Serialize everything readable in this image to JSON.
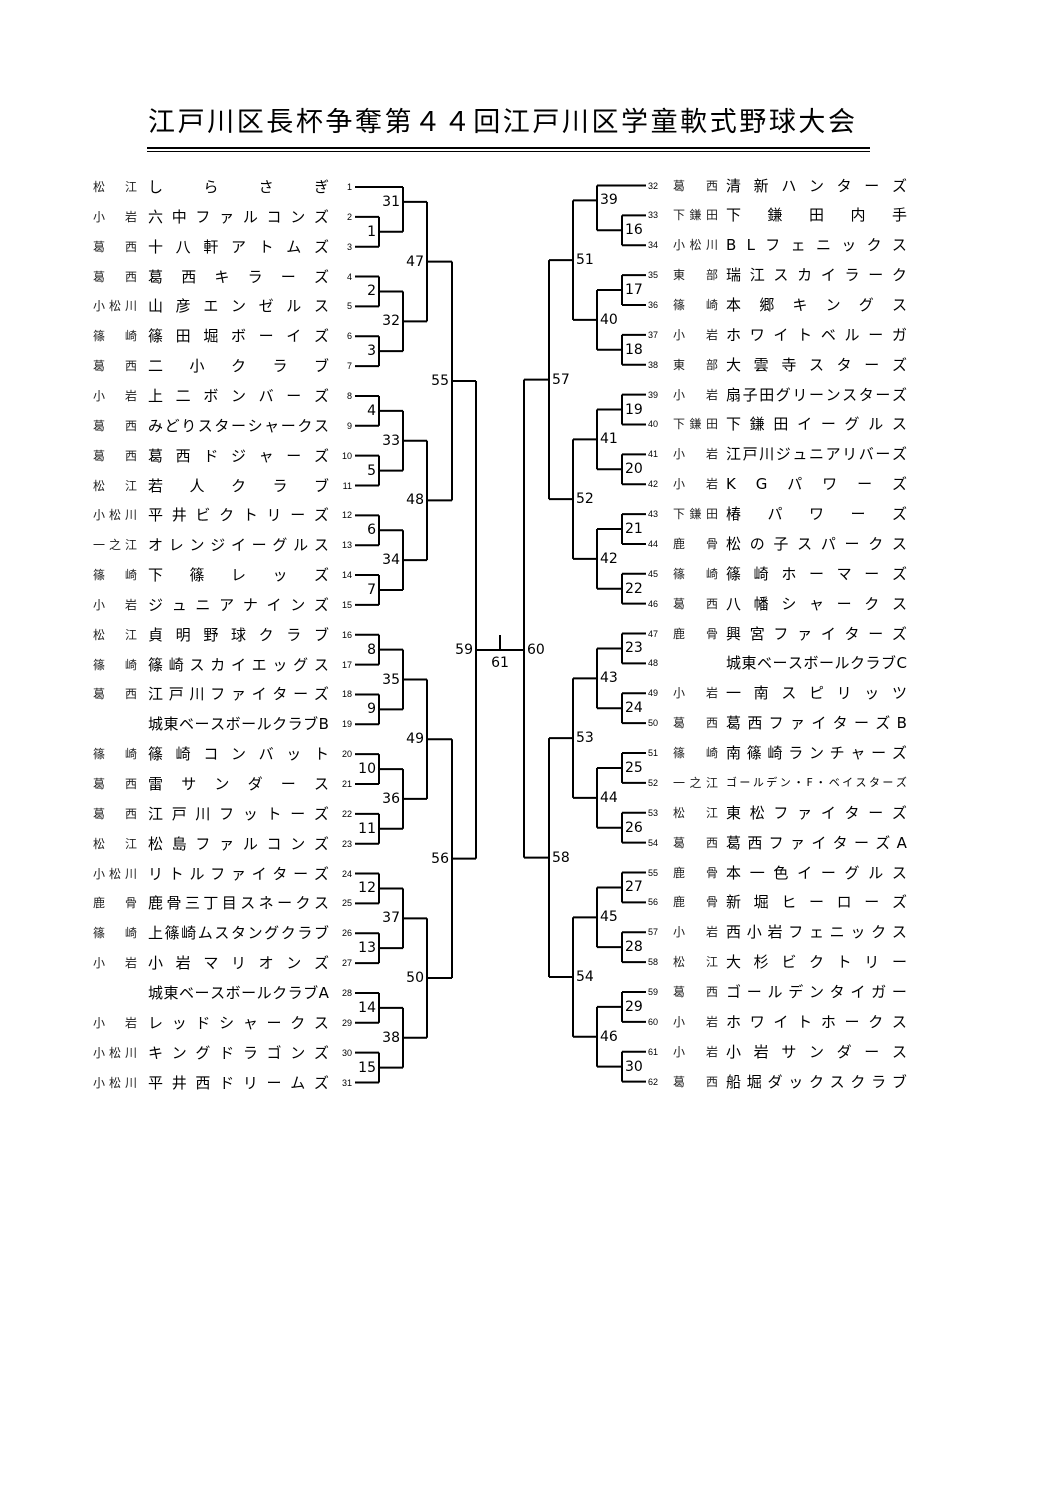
{
  "title": "江戸川区長杯争奪第４４回江戸川区学童軟式野球大会",
  "left": {
    "teams": [
      {
        "seed": 1,
        "region": "松江",
        "name": "しらさぎ"
      },
      {
        "seed": 2,
        "region": "小岩",
        "name": "六中ファルコンズ"
      },
      {
        "seed": 3,
        "region": "葛西",
        "name": "十八軒アトムズ"
      },
      {
        "seed": 4,
        "region": "葛西",
        "name": "葛西キラーズ"
      },
      {
        "seed": 5,
        "region": "小松川",
        "name": "山彦エンゼルス"
      },
      {
        "seed": 6,
        "region": "篠崎",
        "name": "篠田堀ボーイズ"
      },
      {
        "seed": 7,
        "region": "葛西",
        "name": "二小クラブ"
      },
      {
        "seed": 8,
        "region": "小岩",
        "name": "上二ボンバーズ"
      },
      {
        "seed": 9,
        "region": "葛西",
        "name": "みどりスターシャークス"
      },
      {
        "seed": 10,
        "region": "葛西",
        "name": "葛西ドジャーズ"
      },
      {
        "seed": 11,
        "region": "松江",
        "name": "若人クラブ"
      },
      {
        "seed": 12,
        "region": "小松川",
        "name": "平井ビクトリーズ"
      },
      {
        "seed": 13,
        "region": "一之江",
        "name": "オレンジイーグルス"
      },
      {
        "seed": 14,
        "region": "篠崎",
        "name": "下篠レッズ"
      },
      {
        "seed": 15,
        "region": "小岩",
        "name": "ジュニアナインズ"
      },
      {
        "seed": 16,
        "region": "松江",
        "name": "貞明野球クラブ"
      },
      {
        "seed": 17,
        "region": "篠崎",
        "name": "篠崎スカイエッグス"
      },
      {
        "seed": 18,
        "region": "葛西",
        "name": "江戸川ファイターズ"
      },
      {
        "seed": 19,
        "region": "",
        "name": "城東ベースボールクラブB"
      },
      {
        "seed": 20,
        "region": "篠崎",
        "name": "篠崎コンバット"
      },
      {
        "seed": 21,
        "region": "葛西",
        "name": "雷サンダース"
      },
      {
        "seed": 22,
        "region": "葛西",
        "name": "江戸川フットーズ"
      },
      {
        "seed": 23,
        "region": "松江",
        "name": "松島ファルコンズ"
      },
      {
        "seed": 24,
        "region": "小松川",
        "name": "リトルファイターズ"
      },
      {
        "seed": 25,
        "region": "鹿骨",
        "name": "鹿骨三丁目スネークス"
      },
      {
        "seed": 26,
        "region": "篠崎",
        "name": "上篠崎ムスタングクラブ"
      },
      {
        "seed": 27,
        "region": "小岩",
        "name": "小岩マリオンズ"
      },
      {
        "seed": 28,
        "region": "",
        "name": "城東ベースボールクラブA"
      },
      {
        "seed": 29,
        "region": "小岩",
        "name": "レッドシャークス"
      },
      {
        "seed": 30,
        "region": "小松川",
        "name": "キングドラゴンズ"
      },
      {
        "seed": 31,
        "region": "小松川",
        "name": "平井西ドリームズ"
      }
    ]
  },
  "right": {
    "teams": [
      {
        "seed": 32,
        "region": "葛西",
        "name": "清新ハンターズ"
      },
      {
        "seed": 33,
        "region": "下鎌田",
        "name": "下鎌田内手"
      },
      {
        "seed": 34,
        "region": "小松川",
        "name": "BLフェニックス"
      },
      {
        "seed": 35,
        "region": "東部",
        "name": "瑞江スカイラーク"
      },
      {
        "seed": 36,
        "region": "篠崎",
        "name": "本郷キングス"
      },
      {
        "seed": 37,
        "region": "小岩",
        "name": "ホワイトベルーガ"
      },
      {
        "seed": 38,
        "region": "東部",
        "name": "大雲寺スターズ"
      },
      {
        "seed": 39,
        "region": "小岩",
        "name": "扇子田グリーンスターズ"
      },
      {
        "seed": 40,
        "region": "下鎌田",
        "name": "下鎌田イーグルス"
      },
      {
        "seed": 41,
        "region": "小岩",
        "name": "江戸川ジュニアリバーズ"
      },
      {
        "seed": 42,
        "region": "小岩",
        "name": "KGパワーズ"
      },
      {
        "seed": 43,
        "region": "下鎌田",
        "name": "椿パワーズ"
      },
      {
        "seed": 44,
        "region": "鹿骨",
        "name": "松の子スパークス"
      },
      {
        "seed": 45,
        "region": "篠崎",
        "name": "篠崎ホーマーズ"
      },
      {
        "seed": 46,
        "region": "葛西",
        "name": "八幡シャークス"
      },
      {
        "seed": 47,
        "region": "鹿骨",
        "name": "興宮ファイターズ"
      },
      {
        "seed": 48,
        "region": "",
        "name": "城東ベースボールクラブC"
      },
      {
        "seed": 49,
        "region": "小岩",
        "name": "一南スピリッツ"
      },
      {
        "seed": 50,
        "region": "葛西",
        "name": "葛西ファイターズB"
      },
      {
        "seed": 51,
        "region": "篠崎",
        "name": "南篠崎ランチャーズ"
      },
      {
        "seed": 52,
        "region": "一之江",
        "name": "ゴールデン・F・ベイスターズ"
      },
      {
        "seed": 53,
        "region": "松江",
        "name": "東松ファイターズ"
      },
      {
        "seed": 54,
        "region": "葛西",
        "name": "葛西ファイターズA"
      },
      {
        "seed": 55,
        "region": "鹿骨",
        "name": "本一色イーグルス"
      },
      {
        "seed": 56,
        "region": "鹿骨",
        "name": "新堀ヒーローズ"
      },
      {
        "seed": 57,
        "region": "小岩",
        "name": "西小岩フェニックス"
      },
      {
        "seed": 58,
        "region": "松江",
        "name": "大杉ビクトリー"
      },
      {
        "seed": 59,
        "region": "葛西",
        "name": "ゴールデンタイガー"
      },
      {
        "seed": 60,
        "region": "小岩",
        "name": "ホワイトホークス"
      },
      {
        "seed": 61,
        "region": "小岩",
        "name": "小岩サンダース"
      },
      {
        "seed": 62,
        "region": "葛西",
        "name": "船堀ダックスクラブ"
      }
    ]
  },
  "matches": [
    {
      "no": 1,
      "side": "left",
      "a": "t2",
      "b": "t3"
    },
    {
      "no": 2,
      "side": "left",
      "a": "t4",
      "b": "t5"
    },
    {
      "no": 3,
      "side": "left",
      "a": "t6",
      "b": "t7"
    },
    {
      "no": 4,
      "side": "left",
      "a": "t8",
      "b": "t9"
    },
    {
      "no": 5,
      "side": "left",
      "a": "t10",
      "b": "t11"
    },
    {
      "no": 6,
      "side": "left",
      "a": "t12",
      "b": "t13"
    },
    {
      "no": 7,
      "side": "left",
      "a": "t14",
      "b": "t15"
    },
    {
      "no": 8,
      "side": "left",
      "a": "t16",
      "b": "t17"
    },
    {
      "no": 9,
      "side": "left",
      "a": "t18",
      "b": "t19"
    },
    {
      "no": 10,
      "side": "left",
      "a": "t20",
      "b": "t21"
    },
    {
      "no": 11,
      "side": "left",
      "a": "t22",
      "b": "t23"
    },
    {
      "no": 12,
      "side": "left",
      "a": "t24",
      "b": "t25"
    },
    {
      "no": 13,
      "side": "left",
      "a": "t26",
      "b": "t27"
    },
    {
      "no": 14,
      "side": "left",
      "a": "t28",
      "b": "t29"
    },
    {
      "no": 15,
      "side": "left",
      "a": "t30",
      "b": "t31"
    },
    {
      "no": 16,
      "side": "right",
      "a": "t33",
      "b": "t34"
    },
    {
      "no": 17,
      "side": "right",
      "a": "t35",
      "b": "t36"
    },
    {
      "no": 18,
      "side": "right",
      "a": "t37",
      "b": "t38"
    },
    {
      "no": 19,
      "side": "right",
      "a": "t39",
      "b": "t40"
    },
    {
      "no": 20,
      "side": "right",
      "a": "t41",
      "b": "t42"
    },
    {
      "no": 21,
      "side": "right",
      "a": "t43",
      "b": "t44"
    },
    {
      "no": 22,
      "side": "right",
      "a": "t45",
      "b": "t46"
    },
    {
      "no": 23,
      "side": "right",
      "a": "t47",
      "b": "t48"
    },
    {
      "no": 24,
      "side": "right",
      "a": "t49",
      "b": "t50"
    },
    {
      "no": 25,
      "side": "right",
      "a": "t51",
      "b": "t52"
    },
    {
      "no": 26,
      "side": "right",
      "a": "t53",
      "b": "t54"
    },
    {
      "no": 27,
      "side": "right",
      "a": "t55",
      "b": "t56"
    },
    {
      "no": 28,
      "side": "right",
      "a": "t57",
      "b": "t58"
    },
    {
      "no": 29,
      "side": "right",
      "a": "t59",
      "b": "t60"
    },
    {
      "no": 30,
      "side": "right",
      "a": "t61",
      "b": "t62"
    },
    {
      "no": 31,
      "side": "left",
      "a": "t1",
      "b": "m1"
    },
    {
      "no": 32,
      "side": "left",
      "a": "m2",
      "b": "m3"
    },
    {
      "no": 33,
      "side": "left",
      "a": "m4",
      "b": "m5"
    },
    {
      "no": 34,
      "side": "left",
      "a": "m6",
      "b": "m7"
    },
    {
      "no": 35,
      "side": "left",
      "a": "m8",
      "b": "m9"
    },
    {
      "no": 36,
      "side": "left",
      "a": "m10",
      "b": "m11"
    },
    {
      "no": 37,
      "side": "left",
      "a": "m12",
      "b": "m13"
    },
    {
      "no": 38,
      "side": "left",
      "a": "m14",
      "b": "m15"
    },
    {
      "no": 39,
      "side": "right",
      "a": "t32",
      "b": "m16"
    },
    {
      "no": 40,
      "side": "right",
      "a": "m17",
      "b": "m18"
    },
    {
      "no": 41,
      "side": "right",
      "a": "m19",
      "b": "m20"
    },
    {
      "no": 42,
      "side": "right",
      "a": "m21",
      "b": "m22"
    },
    {
      "no": 43,
      "side": "right",
      "a": "m23",
      "b": "m24"
    },
    {
      "no": 44,
      "side": "right",
      "a": "m25",
      "b": "m26"
    },
    {
      "no": 45,
      "side": "right",
      "a": "m27",
      "b": "m28"
    },
    {
      "no": 46,
      "side": "right",
      "a": "m29",
      "b": "m30"
    },
    {
      "no": 47,
      "side": "left",
      "a": "m31",
      "b": "m32"
    },
    {
      "no": 48,
      "side": "left",
      "a": "m33",
      "b": "m34"
    },
    {
      "no": 49,
      "side": "left",
      "a": "m35",
      "b": "m36"
    },
    {
      "no": 50,
      "side": "left",
      "a": "m37",
      "b": "m38"
    },
    {
      "no": 51,
      "side": "right",
      "a": "m39",
      "b": "m40"
    },
    {
      "no": 52,
      "side": "right",
      "a": "m41",
      "b": "m42"
    },
    {
      "no": 53,
      "side": "right",
      "a": "m43",
      "b": "m44"
    },
    {
      "no": 54,
      "side": "right",
      "a": "m45",
      "b": "m46"
    },
    {
      "no": 55,
      "side": "left",
      "a": "m47",
      "b": "m48"
    },
    {
      "no": 56,
      "side": "left",
      "a": "m49",
      "b": "m50"
    },
    {
      "no": 57,
      "side": "right",
      "a": "m51",
      "b": "m52"
    },
    {
      "no": 58,
      "side": "right",
      "a": "m53",
      "b": "m54"
    },
    {
      "no": 59,
      "side": "left",
      "a": "m55",
      "b": "m56"
    },
    {
      "no": 60,
      "side": "right",
      "a": "m57",
      "b": "m58"
    },
    {
      "no": 61,
      "side": "center",
      "a": "m59",
      "b": "m60"
    }
  ]
}
